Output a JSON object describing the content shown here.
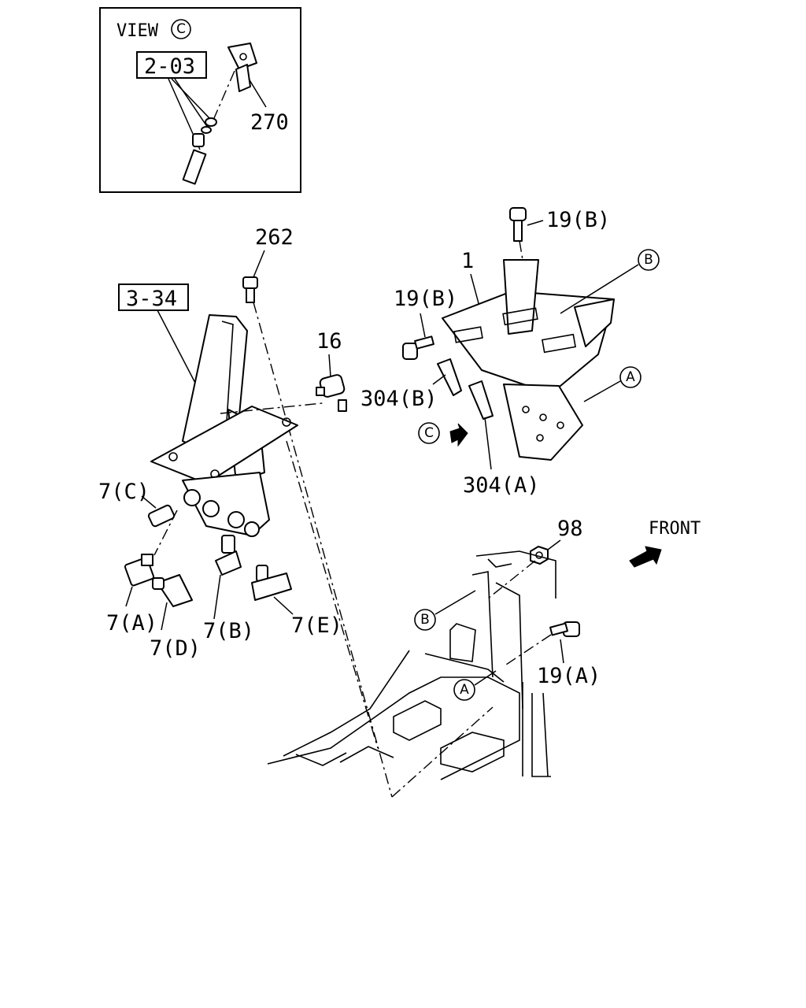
{
  "view_inset": {
    "title": "VIEW",
    "title_circle": "C",
    "ref_box": "2-03",
    "label_270": "270"
  },
  "pedal_assembly": {
    "ref_box": "3-34",
    "label_262": "262",
    "label_16": "16",
    "label_7c": "7(C)",
    "label_7a": "7(A)",
    "label_7d": "7(D)",
    "label_7b": "7(B)",
    "label_7e": "7(E)"
  },
  "bracket": {
    "label_1": "1",
    "label_19b_top": "19(B)",
    "label_19b_side": "19(B)",
    "circle_b": "B",
    "circle_a": "A",
    "label_304b": "304(B)",
    "label_304a": "304(A)",
    "view_arrow_circle": "C"
  },
  "floor": {
    "label_98": "98",
    "front_label": "FRONT",
    "circle_b": "B",
    "circle_a": "A",
    "label_19a": "19(A)"
  }
}
